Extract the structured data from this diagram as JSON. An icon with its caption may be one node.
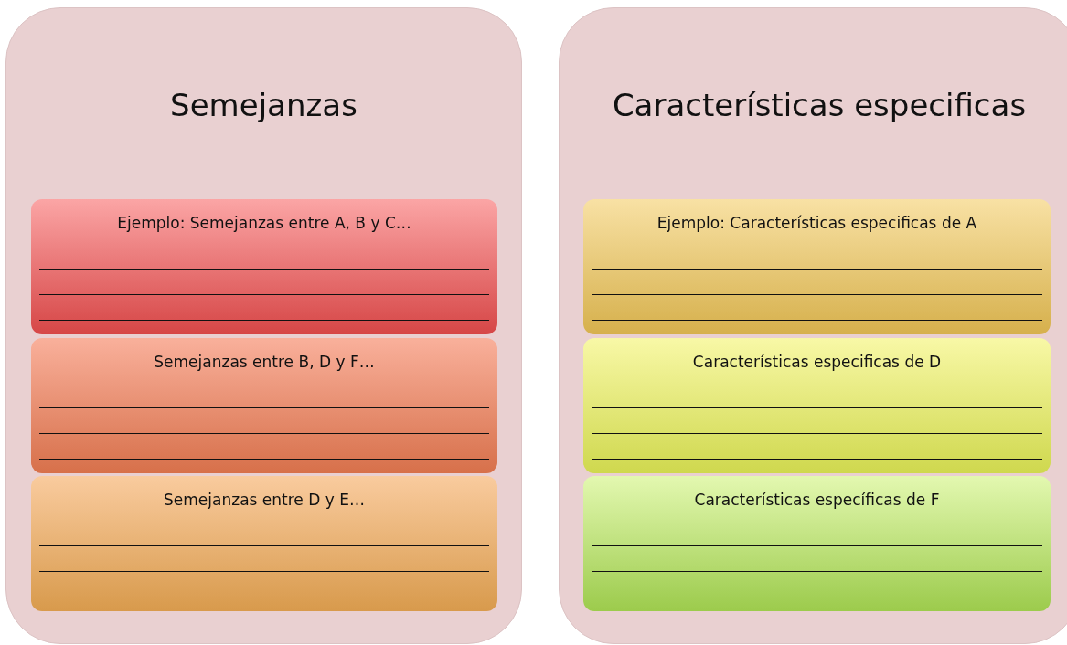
{
  "diagram": {
    "nodes": [
      {
        "text": [
          "Semejanzas"
        ]
      },
      {
        "text": [
          "Ejemplo: Semejanzas entre A, B y C…"
        ],
        "in": 0
      },
      {
        "text": [
          "Semejanzas entre B, D y F…"
        ],
        "in": 0
      },
      {
        "text": [
          "Semejanzas entre D y E…"
        ],
        "in": 0
      },
      {
        "text": [
          "Características especificas"
        ]
      },
      {
        "text": [
          "Ejemplo: Características especificas de A"
        ],
        "in": 4
      },
      {
        "text": [
          "Características especificas de D"
        ],
        "in": 4
      },
      {
        "text": [
          "Características específicas de F"
        ],
        "in": 4
      }
    ]
  }
}
